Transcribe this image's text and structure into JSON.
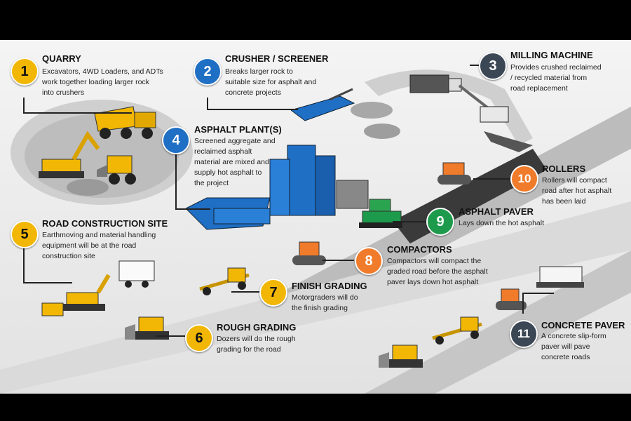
{
  "steps": [
    {
      "num": "1",
      "title": "QUARRY",
      "lines": [
        "Excavators, 4WD Loaders, and ADTs",
        "work together loading larger rock",
        "into crushers"
      ],
      "color": "#f2b705"
    },
    {
      "num": "2",
      "title": "CRUSHER / SCREENER",
      "lines": [
        "Breaks larger rock to",
        "suitable size for asphalt and",
        "concrete projects"
      ],
      "color": "#1f6fc5"
    },
    {
      "num": "3",
      "title": "MILLING MACHINE",
      "lines": [
        "Provides crushed reclaimed",
        "/ recycled material from",
        "road replacement"
      ],
      "color": "#3b4754"
    },
    {
      "num": "4",
      "title": "ASPHALT PLANT(S)",
      "lines": [
        "Screened aggregate and",
        "reclaimed asphalt",
        "material are mixed and",
        "supply hot asphalt to",
        "the project"
      ],
      "color": "#1f6fc5"
    },
    {
      "num": "5",
      "title": "ROAD CONSTRUCTION SITE",
      "lines": [
        "Earthmoving and material handling",
        "equipment will be at the road",
        "construction site"
      ],
      "color": "#f2b705"
    },
    {
      "num": "6",
      "title": "ROUGH GRADING",
      "lines": [
        "Dozers will do the rough",
        "grading for the road"
      ],
      "color": "#f2b705"
    },
    {
      "num": "7",
      "title": "FINISH GRADING",
      "lines": [
        "Motorgraders will do",
        "the finish grading"
      ],
      "color": "#f2b705"
    },
    {
      "num": "8",
      "title": "COMPACTORS",
      "lines": [
        "Compactors will compact the",
        "graded road before the asphalt",
        "paver lays down hot asphalt"
      ],
      "color": "#f07b2a"
    },
    {
      "num": "9",
      "title": "ASPHALT PAVER",
      "lines": [
        "Lays down the hot asphalt"
      ],
      "color": "#1e9a4c"
    },
    {
      "num": "10",
      "title": "ROLLERS",
      "lines": [
        "Rollers will compact",
        "road after hot asphalt",
        "has been laid"
      ],
      "color": "#f07b2a"
    },
    {
      "num": "11",
      "title": "CONCRETE PAVER",
      "lines": [
        "A concrete slip-form",
        "paver will pave",
        "concrete roads"
      ],
      "color": "#3b4754"
    }
  ]
}
